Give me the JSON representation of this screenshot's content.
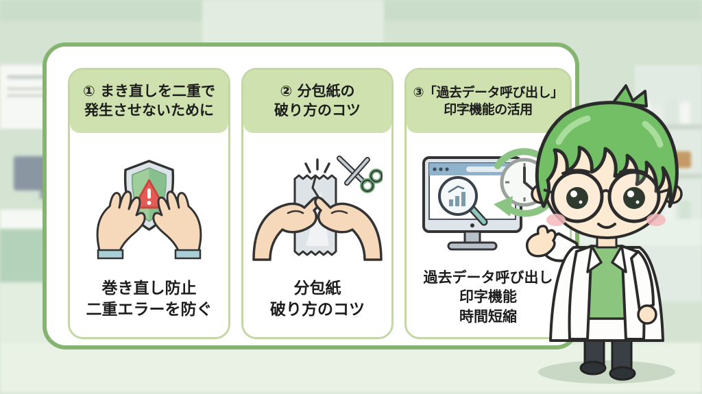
{
  "colors": {
    "card_border": "#85b471",
    "panel_border": "#c3d7a3",
    "panel_header_bg": "#cfe1ae",
    "text": "#1c1c1c",
    "warning_red": "#e25c55",
    "hair_green": "#72bf66",
    "background_wall": "#d4e3d2",
    "floor": "#e9f2e5"
  },
  "icons": {
    "panel1": "hands-holding-shield-warning-icon",
    "panel2": "hands-tearing-packet-scissors-icon",
    "panel3": "monitor-history-clock-icon"
  },
  "panels": [
    {
      "title_line1": "① まき直しを二重で",
      "title_line2": "発生させないために",
      "caption_lines": [
        "巻き直し防止",
        "二重エラーを防ぐ"
      ]
    },
    {
      "title_line1": "② 分包紙の",
      "title_line2": "破り方のコツ",
      "caption_lines": [
        "分包紙",
        "破り方のコツ"
      ]
    },
    {
      "title_line1": "③「過去データ呼び出し」",
      "title_line2": "印字機能の活用",
      "caption_lines": [
        "過去データ呼び出し",
        "印字機能",
        "時間短縮"
      ]
    }
  ]
}
